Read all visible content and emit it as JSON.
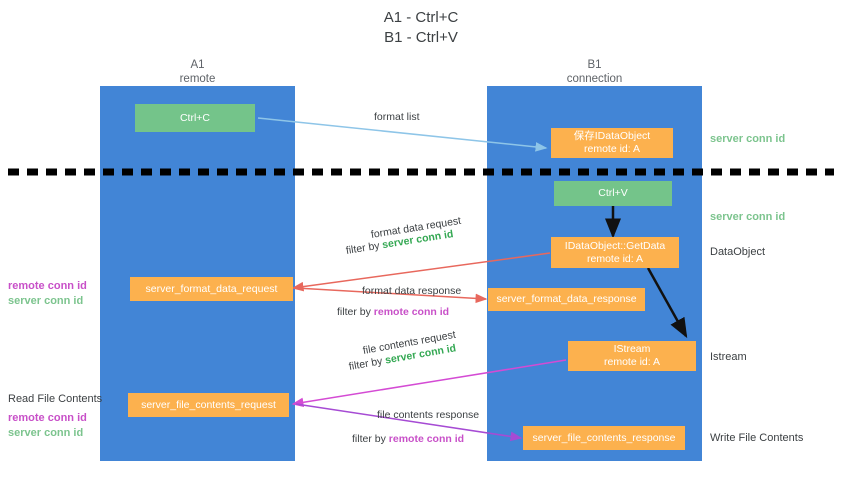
{
  "title": {
    "line1": "A1 - Ctrl+C",
    "line2": "B1 - Ctrl+V"
  },
  "columns": [
    {
      "name": "A1",
      "sub": "remote"
    },
    {
      "name": "B1",
      "sub": "connection"
    }
  ],
  "nodes": [
    {
      "id": "ctrl-c",
      "label": "Ctrl+C",
      "sub": "",
      "color": "#74c48a"
    },
    {
      "id": "idataobject",
      "label": "保存IDataObject",
      "sub": "remote id: A",
      "color": "#fcb14e"
    },
    {
      "id": "ctrl-v",
      "label": "Ctrl+V",
      "sub": "",
      "color": "#74c48a"
    },
    {
      "id": "getdata",
      "label": "IDataObject::GetData",
      "sub": "remote id: A",
      "color": "#fcb14e"
    },
    {
      "id": "format-data-request",
      "label": "server_format_data_request",
      "sub": "",
      "color": "#fcb14e"
    },
    {
      "id": "format-data-response",
      "label": "server_format_data_response",
      "sub": "",
      "color": "#fcb14e"
    },
    {
      "id": "istream",
      "label": "IStream",
      "sub": "remote id: A",
      "color": "#fcb14e"
    },
    {
      "id": "file-contents-request",
      "label": "server_file_contents_request",
      "sub": "",
      "color": "#fcb14e"
    },
    {
      "id": "file-contents-response",
      "label": "server_file_contents_response",
      "sub": "",
      "color": "#fcb14e"
    }
  ],
  "edges": [
    {
      "id": "format-list",
      "label": "format list",
      "filter_prefix": "",
      "filter_key": ""
    },
    {
      "id": "format-data-request",
      "label": "format data request",
      "filter_prefix": "filter by ",
      "filter_key": "server conn id"
    },
    {
      "id": "format-data-response",
      "label": "format data response",
      "filter_prefix": "filter by ",
      "filter_key": "remote conn id"
    },
    {
      "id": "file-contents-request",
      "label": "file contents request",
      "filter_prefix": "filter by ",
      "filter_key": "server conn id"
    },
    {
      "id": "file-contents-response",
      "label": "file contents response",
      "filter_prefix": "filter by ",
      "filter_key": "remote conn id"
    }
  ],
  "right_notes": [
    {
      "id": "server-conn-id-1",
      "text": "server conn id",
      "kind": "green"
    },
    {
      "id": "server-conn-id-2",
      "text": "server conn id",
      "kind": "green"
    },
    {
      "id": "dataobject",
      "text": "DataObject",
      "kind": "plain"
    },
    {
      "id": "istream",
      "text": "Istream",
      "kind": "plain"
    },
    {
      "id": "write-file-contents",
      "text": "Write File Contents",
      "kind": "plain"
    }
  ],
  "left_notes": [
    {
      "id": "remote-conn-id-1",
      "text": "remote conn id",
      "kind": "mag"
    },
    {
      "id": "server-conn-id-1",
      "text": "server conn id",
      "kind": "green"
    },
    {
      "id": "read-file-contents",
      "text": "Read File Contents",
      "kind": "plain"
    },
    {
      "id": "remote-conn-id-2",
      "text": "remote conn id",
      "kind": "mag"
    },
    {
      "id": "server-conn-id-2",
      "text": "server conn id",
      "kind": "green"
    }
  ],
  "colors": {
    "lane": "#4285d6",
    "green_node": "#74c48a",
    "orange_node": "#fcb14e",
    "green_text": "#34a853",
    "magenta_text": "#c850c8",
    "arrow_blue": "#8ec5e8",
    "arrow_red": "#e8685d",
    "arrow_magenta": "#d44bd4",
    "arrow_purple": "#a64bd4",
    "arrow_black": "#000000",
    "divider": "#000000"
  }
}
